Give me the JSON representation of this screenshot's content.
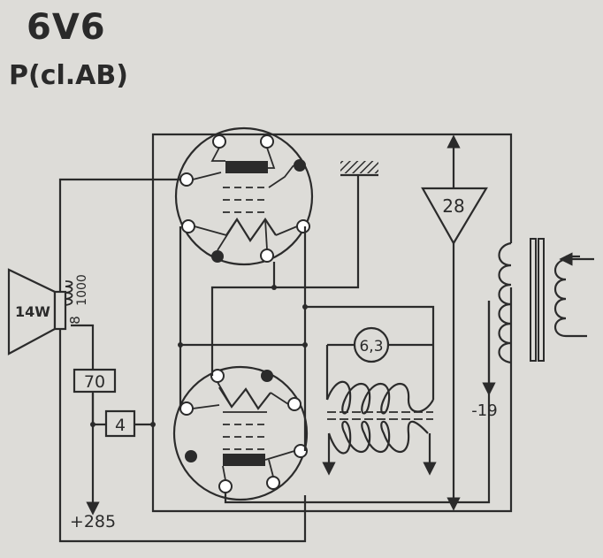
{
  "header": {
    "tube": "6V6",
    "mode": "P(cl.AB)"
  },
  "diagram": {
    "speaker_power": "14W",
    "speaker_impedance": "8",
    "coil_ohms": "1000",
    "resistor_top": "70",
    "resistor_bottom": "4",
    "supply_plus": "+285",
    "triangle_value": "28",
    "heater_voltage": "6,3",
    "bias_supply": "-19"
  }
}
